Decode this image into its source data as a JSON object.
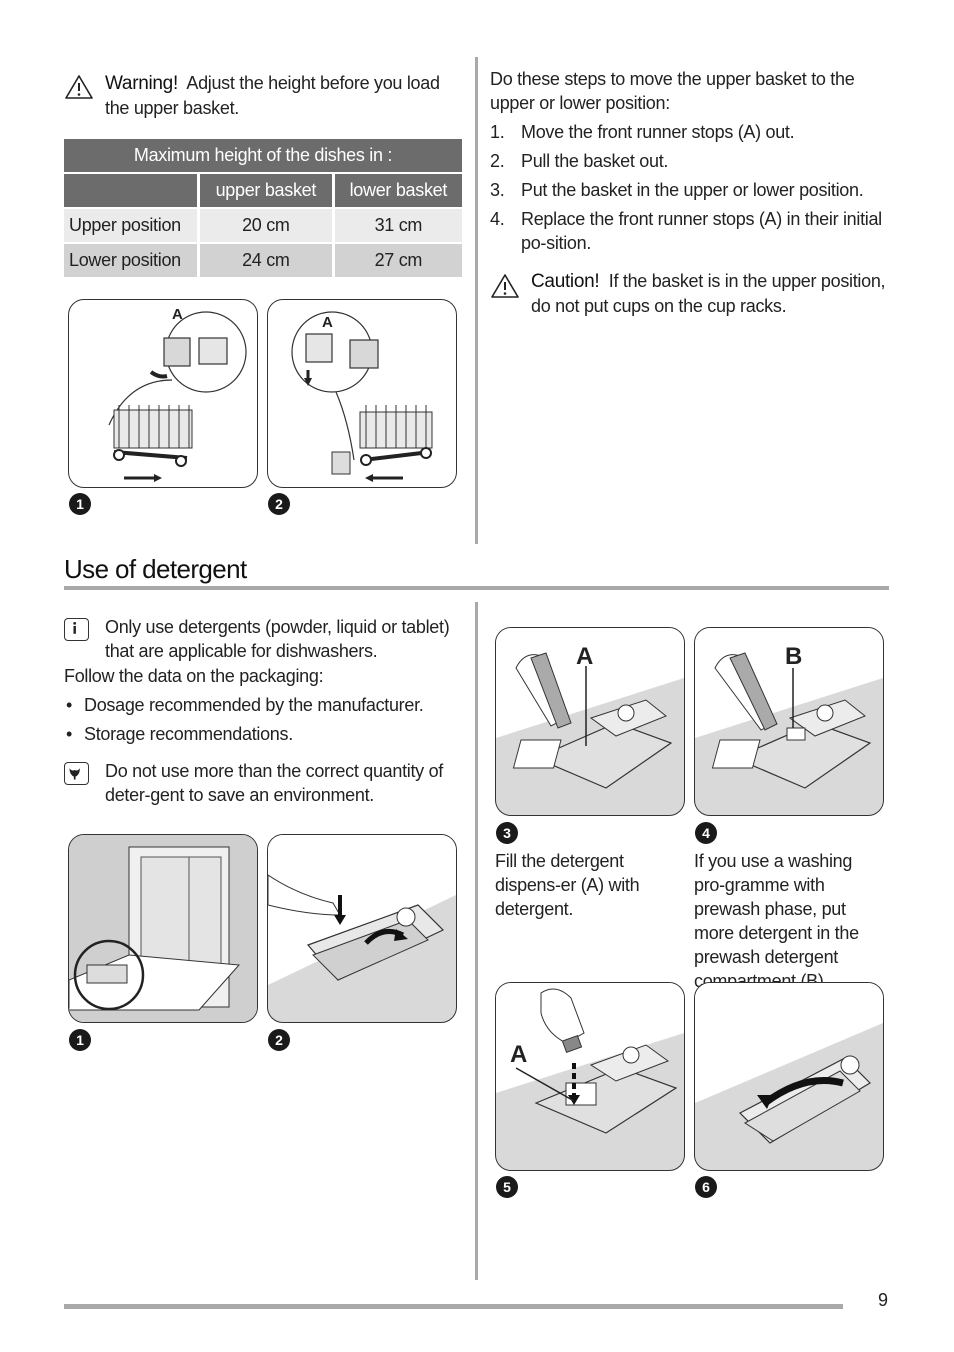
{
  "warning": {
    "label": "Warning!",
    "text": "Adjust the height before you load the upper basket."
  },
  "table": {
    "title": "Maximum height of the dishes in :",
    "col_upper": "upper basket",
    "col_lower": "lower basket",
    "rows": [
      {
        "label": "Upper position",
        "upper": "20 cm",
        "lower": "31 cm"
      },
      {
        "label": "Lower position",
        "upper": "24 cm",
        "lower": "27 cm"
      }
    ]
  },
  "basket_figures": {
    "fig1_num": "1",
    "fig2_num": "2",
    "label_a": "A"
  },
  "steps_intro": "Do these steps to move the upper basket to the upper or lower position:",
  "steps": [
    {
      "n": "1.",
      "text": "Move the front runner stops (A) out."
    },
    {
      "n": "2.",
      "text": "Pull the basket out."
    },
    {
      "n": "3.",
      "text": "Put the basket in the upper or lower position."
    },
    {
      "n": "4.",
      "text": "Replace the front runner stops (A) in their initial po-sition."
    }
  ],
  "caution": {
    "label": "Caution!",
    "text": "If the basket is in the upper position, do not put cups on the cup racks."
  },
  "section_title": "Use of detergent",
  "info": {
    "text": "Only use detergents (powder, liquid or tablet) that are applicable for dishwashers."
  },
  "follow": "Follow the data on the packaging:",
  "bullets": [
    "Dosage recommended by the manufacturer.",
    "Storage recommendations."
  ],
  "env": {
    "text": "Do not use more than the correct quantity of deter-gent to save an environment."
  },
  "detergent_figures": {
    "fig1_num": "1",
    "fig2_num": "2",
    "fig3_num": "3",
    "fig4_num": "4",
    "fig5_num": "5",
    "fig6_num": "6",
    "label_a": "A",
    "label_b": "B",
    "caption3": "Fill the detergent dispens-er (A) with detergent.",
    "caption4": "If you use a washing pro-gramme with prewash phase, put more detergent in the prewash detergent compartment (B)."
  },
  "page_number": "9"
}
